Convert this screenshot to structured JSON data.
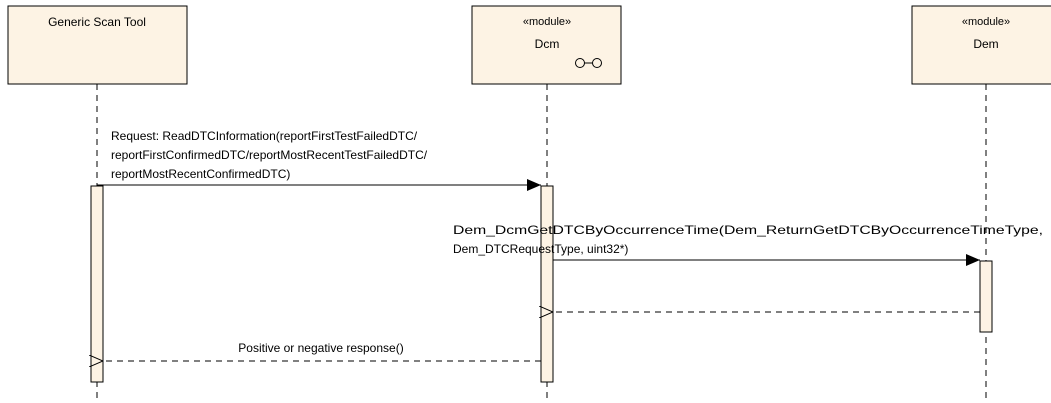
{
  "lifelines": [
    {
      "id": "tool",
      "stereotype": "",
      "name": "Generic Scan Tool"
    },
    {
      "id": "dcm",
      "stereotype": "«module»",
      "name": "Dcm"
    },
    {
      "id": "dem",
      "stereotype": "«module»",
      "name": "Dem"
    }
  ],
  "messages": [
    {
      "id": "request",
      "kind": "synchronous",
      "label_lines": [
        "Request: ReadDTCInformation(reportFirstTestFailedDTC/",
        "reportFirstConfirmedDTC/reportMostRecentTestFailedDTC/",
        "reportMostRecentConfirmedDTC)"
      ]
    },
    {
      "id": "get-dtc-call",
      "kind": "synchronous",
      "label_lines": [
        "Dem_DcmGetDTCByOccurrenceTime(Dem_ReturnGetDTCByOccurrenceTimeType,",
        "Dem_DTCRequestType, uint32*)"
      ]
    },
    {
      "id": "get-dtc-return",
      "kind": "return",
      "label_lines": []
    },
    {
      "id": "response",
      "kind": "return",
      "label_lines": [
        "Positive or negative response()"
      ]
    }
  ],
  "colors": {
    "box_fill": "#fdf3e4",
    "box_stroke": "#000000",
    "line": "#000000"
  }
}
